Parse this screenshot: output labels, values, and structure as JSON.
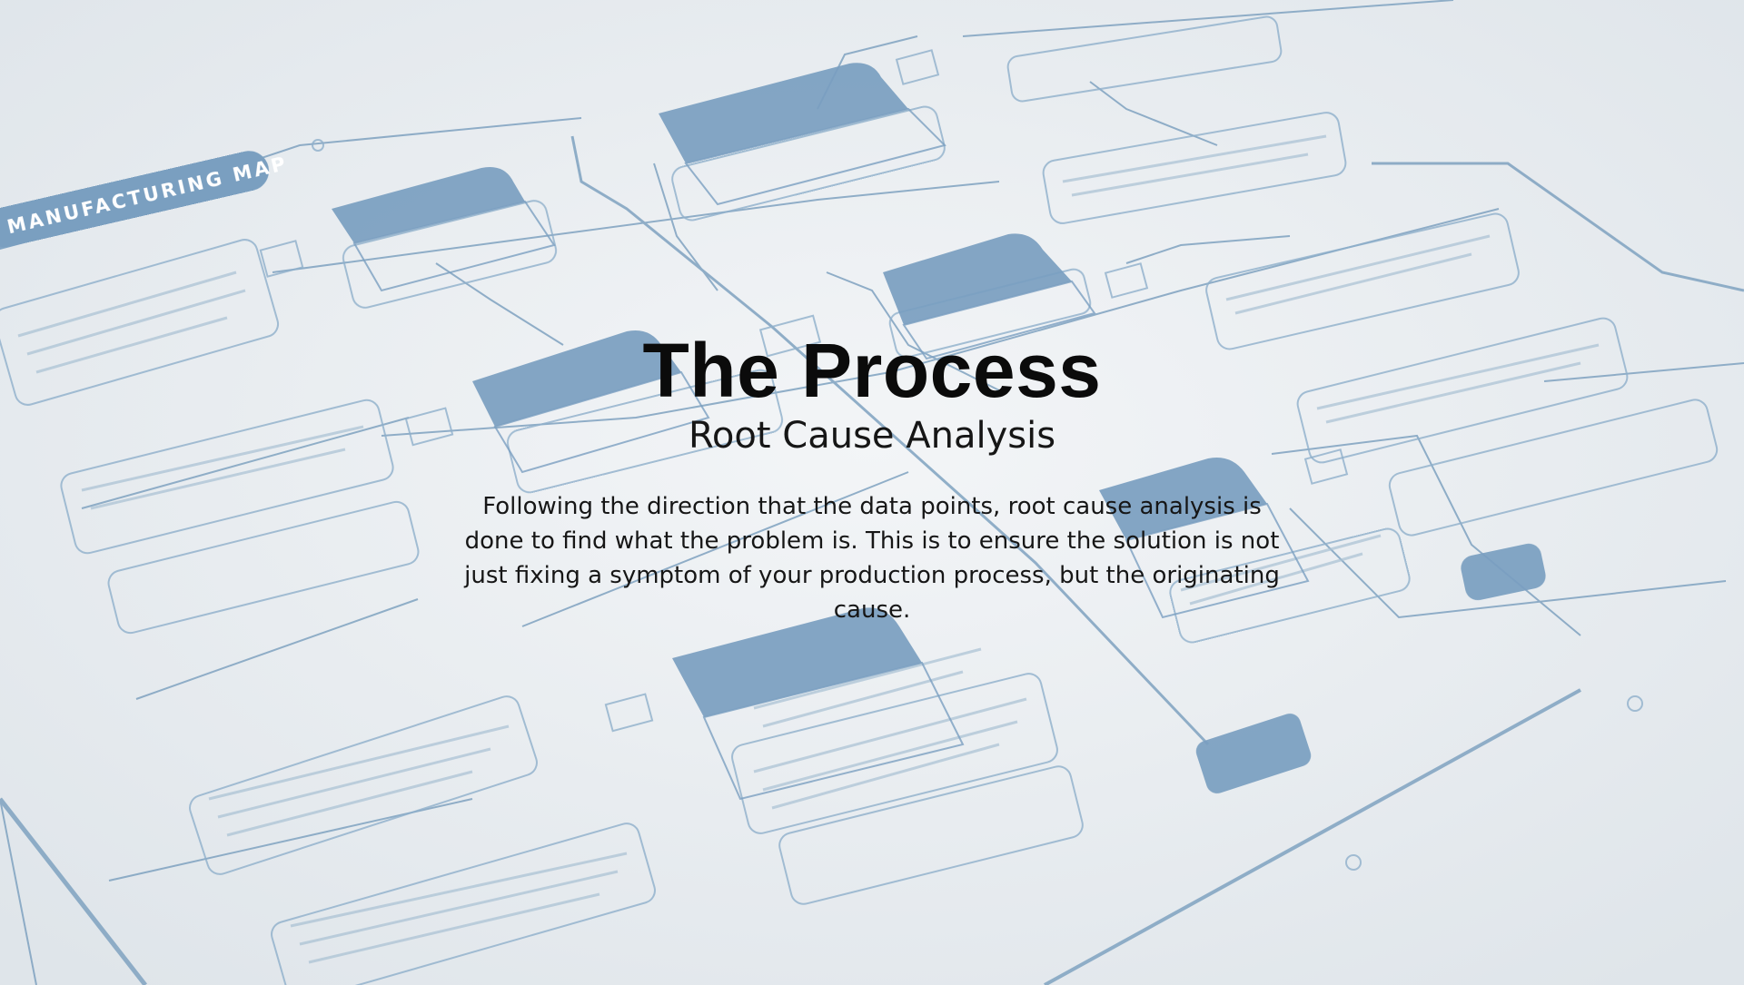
{
  "slide": {
    "title": "The Process",
    "subtitle": "Root Cause Analysis",
    "body": "Following the direction that the data points, root cause analysis is done to find what the problem is. This is to ensure the solution is not just fixing a symptom of your production process, but the originating cause."
  },
  "background": {
    "map_tag": "MANUFACTURING MAP"
  },
  "colors": {
    "background": "#e9edf0",
    "blueprint": "#7099bb",
    "text": "#111111"
  }
}
